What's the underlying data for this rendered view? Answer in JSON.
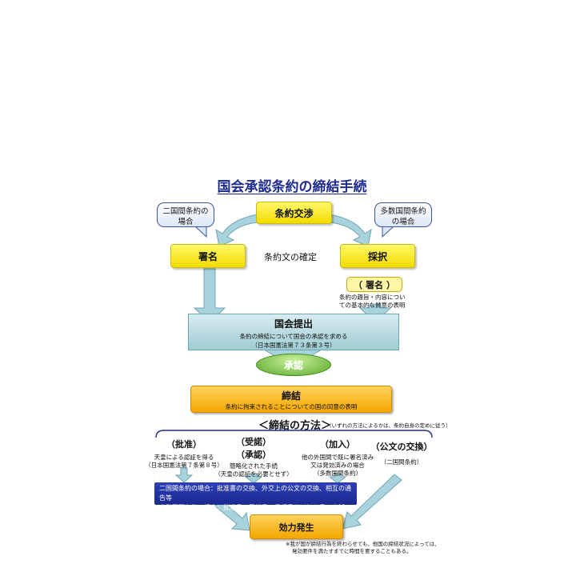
{
  "title": "国会承認条約の締結手続",
  "callouts": {
    "bilateral": [
      "二国間条約の",
      "場合"
    ],
    "multilateral": [
      "多数国間条約",
      "の場合"
    ]
  },
  "negotiation": "条約交渉",
  "signature": "署名",
  "text_fixed": "条約文の確定",
  "adoption": "採択",
  "paren_signature": {
    "open": "（",
    "label": "署名",
    "close": "）"
  },
  "adoption_note": [
    "条約の趣旨・内容につい",
    "ての基本的な賛意の表明"
  ],
  "diet": {
    "title": "国会提出",
    "line1": "条約の締結について国会の承認を求める",
    "line2": "（日本国憲法第７３条第３号）"
  },
  "approval": "承認",
  "conclusion": {
    "title": "締結",
    "desc": "条約に拘束されることについての国の同意の表明"
  },
  "methods": {
    "title": "＜締結の方法＞",
    "note": "（いずれの方法によるかは、条約自身の定めに従う）",
    "ratification": {
      "title": "（批准）",
      "lines": [
        "天皇による認証を得る",
        "（日本国憲法第７条第８号）"
      ]
    },
    "acceptance": {
      "title_a": "（受諾）",
      "title_b": "（承認）",
      "lines": [
        "簡略化された手続",
        "（天皇の認証を必要とせず）"
      ]
    },
    "accession": {
      "title": "（加入）",
      "lines": [
        "他の外国間で既に署名済み",
        "又は発効済みの場合",
        "（多数国間条約）"
      ]
    },
    "exchange": {
      "title": "（公文の交換）",
      "lines": [
        "（二国間条約）"
      ]
    }
  },
  "procedure_box": [
    "二国間条約の場合：批准書の交換、外交上の公文の交換、相互の通告等",
    "多数国間条約の場合：批准書、受諾書、承認書又は加入書の寄託"
  ],
  "entry_into_force": "効力発生",
  "footnote": [
    "※我が国が締結行為を終わらせても、他国の締結状況によっては、",
    "発効要件を満たすまでに時間を要することもある。"
  ]
}
